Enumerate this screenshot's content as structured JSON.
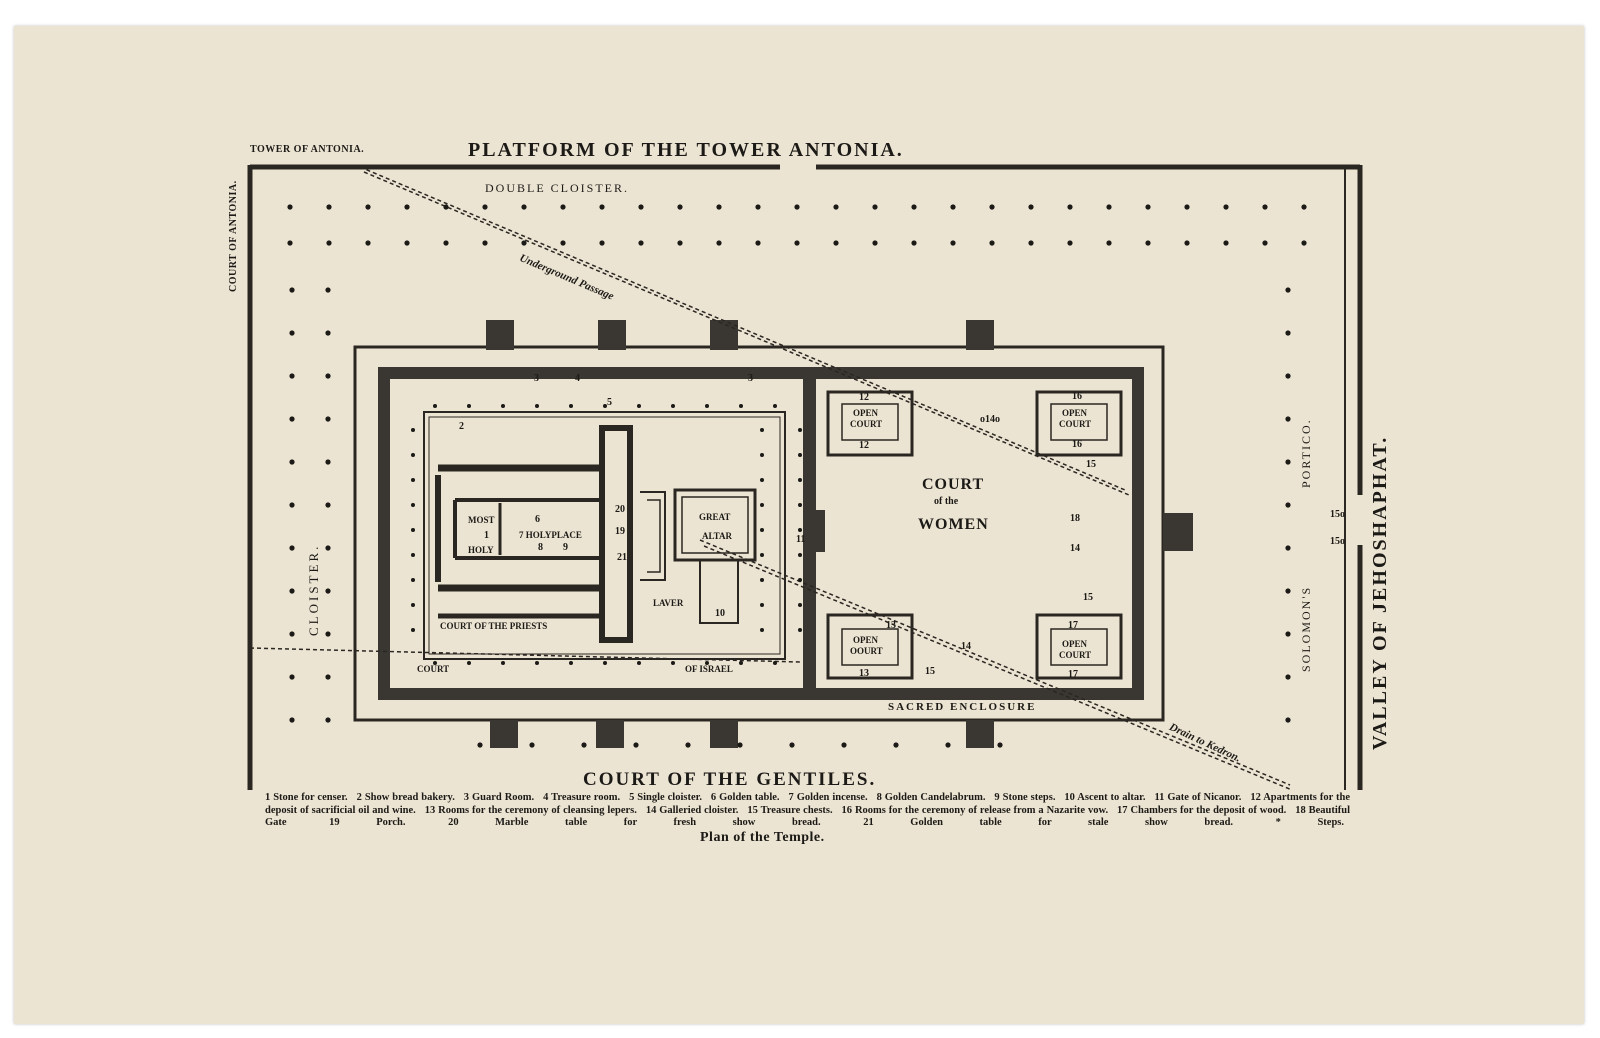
{
  "labels": {
    "platform": "PLATFORM OF THE TOWER ANTONIA.",
    "tower": "TOWER OF ANTONIA.",
    "double_cloister": "DOUBLE CLOISTER.",
    "court_antonia": "COURT OF ANTONIA.",
    "valley": "VALLEY OF JEHOSHAPHAT.",
    "cloister": "CLOISTER.",
    "portico": "PORTICO.",
    "solomons": "SOLOMON'S",
    "underground": "Underground Passage",
    "drain": "Drain to Kedron.",
    "court_gentiles": "COURT OF THE GENTILES.",
    "sacred_enclosure": "SACRED ENCLOSURE",
    "court_women_1": "COURT",
    "court_women_2": "of the",
    "court_women_3": "WOMEN",
    "most_holy_1": "MOST",
    "most_holy_2": "HOLY",
    "holyplace": "7 HOLYPLACE",
    "great_altar_1": "GREAT",
    "great_altar_2": "ALTAR",
    "laver": "LAVER",
    "court_priests": "COURT OF THE PRIESTS",
    "court_israel_1": "COURT",
    "court_israel_2": "OF ISRAEL",
    "open_court_1": "OPEN",
    "open_court_2": "COURT",
    "open_court_2b": "OOURT"
  },
  "numbers": {
    "n1": "1",
    "n2": "2",
    "n3": "3",
    "n4": "4",
    "n5": "5",
    "n6": "6",
    "n8": "8",
    "n9": "9",
    "n10": "10",
    "n11": "11",
    "n12": "12",
    "n13": "13",
    "n14": "14",
    "n14b": "o14o",
    "n15": "15",
    "n16": "16",
    "n17": "17",
    "n18": "18",
    "n19": "19",
    "n20": "20",
    "n21": "21",
    "n15dot": "15o"
  },
  "legend": [
    "1 Stone for censer.",
    "2 Show bread bakery.",
    "3 Guard Room.",
    "4 Treasure room.",
    "5 Single cloister.",
    "6 Golden table.",
    "7 Golden incense.",
    "8 Golden Candelabrum.",
    "9 Stone steps.",
    "10 Ascent to altar.",
    "11 Gate of Nicanor.",
    "12 Apartments for the deposit of sacrificial oil and wine.",
    "13 Rooms for the ceremony of cleansing lepers.",
    "14 Galleried cloister.",
    "15 Treasure chests.",
    "16 Rooms for the ceremony of release from a Nazarite vow.",
    "17 Chambers for the deposit of wood.",
    "18 Beautiful Gate",
    "19 Porch.",
    "20 Marble table for fresh show bread.",
    "21 Golden table for stale show bread.",
    "* Steps."
  ],
  "caption": "Plan of the Temple.",
  "colors": {
    "paper": "#ece4d2",
    "ink": "#1c1a17",
    "wall": "#3a3632"
  }
}
